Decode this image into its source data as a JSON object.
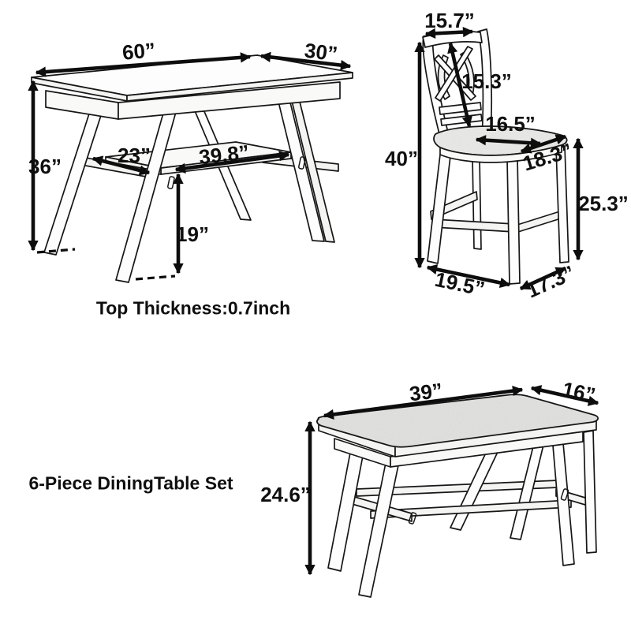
{
  "caption": "6-Piece DiningTable Set",
  "table": {
    "length": "60”",
    "depth": "30”",
    "height": "36”",
    "stretcher_width": "23”",
    "shelf_length": "39.8”",
    "shelf_height": "19”",
    "note": "Top Thickness:0.7inch"
  },
  "chair": {
    "back_width": "15.7”",
    "back_height": "15.3”",
    "total_height": "40”",
    "seat_width": "16.5”",
    "seat_depth": "18.3”",
    "seat_height": "25.3”",
    "base_width": "19.5”",
    "base_depth": "17.3”"
  },
  "bench": {
    "length": "39”",
    "depth": "16”",
    "height": "24.6”"
  },
  "colors": {
    "line": "#161616",
    "arrow": "#0d0d0d",
    "bench_cushion_gray": "#e4e4e2",
    "chair_seat_gray": "#ececea",
    "background": "#ffffff"
  }
}
